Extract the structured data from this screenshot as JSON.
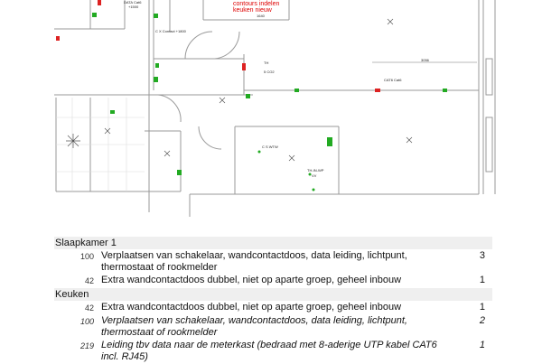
{
  "plan": {
    "labels": {
      "data_cat6": "DATA Cat6",
      "h1500": "+1500",
      "contact": "C X Contact +1800",
      "red_note1": "contours indelen",
      "red_note2": "keuken nieuw",
      "dim1": "1640",
      "dim2": "3056",
      "cat6": "CAT6 Cat6",
      "th": "TH",
      "co2": "5 CO2",
      "wtw": "C S WTW",
      "th_wp": "TH-IN-WP",
      "vv": "VV"
    }
  },
  "table": {
    "sections": [
      {
        "title": "Slaapkamer 1",
        "rows": [
          {
            "code": "100",
            "desc": "Verplaatsen van schakelaar, wandcontactdoos, data leiding, lichtpunt,",
            "desc2": "thermostaat of rookmelder",
            "qty": "3"
          },
          {
            "code": "42",
            "desc": "Extra wandcontactdoos dubbel, niet op aparte groep, geheel inbouw",
            "qty": "1"
          }
        ]
      },
      {
        "title": "Keuken",
        "rows": [
          {
            "code": "42",
            "desc": "Extra wandcontactdoos dubbel, niet op aparte groep, geheel inbouw",
            "qty": "1"
          },
          {
            "code": "100",
            "desc": "Verplaatsen van schakelaar, wandcontactdoos, data leiding, lichtpunt,",
            "desc2": "thermostaat of rookmelder",
            "qty": "2"
          },
          {
            "code": "219",
            "desc": "Leiding tbv data naar de meterkast (bedraad met 8-aderige UTP kabel CAT6",
            "desc2": "incl. RJ45)",
            "qty": "1"
          }
        ]
      }
    ]
  }
}
